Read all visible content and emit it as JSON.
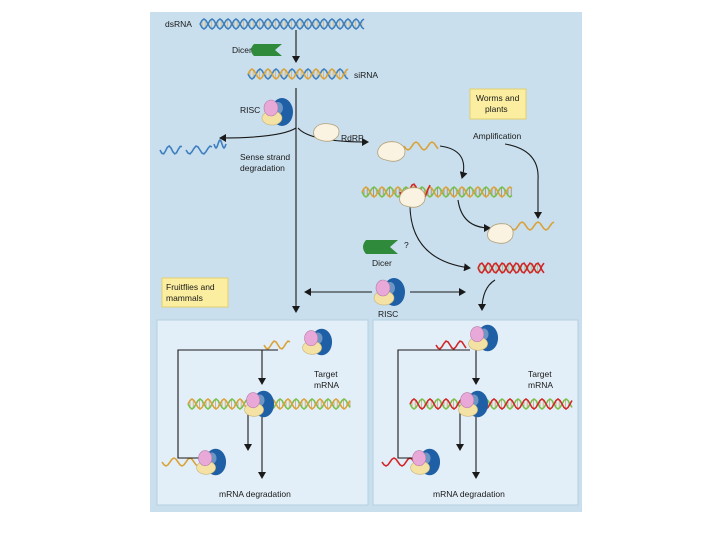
{
  "labels": {
    "dsrna": "dsRNA",
    "dicer_top": "Dicer",
    "sirna": "siRNA",
    "risc_top": "RISC",
    "rdrp": "RdRP",
    "sense_1": "Sense strand",
    "sense_2": "degradation",
    "amplification": "Amplification",
    "worms_1": "Worms and",
    "worms_2": "plants",
    "question": "?",
    "dicer_mid": "Dicer",
    "risc_mid": "RISC",
    "fruit_1": "Fruitflies and",
    "fruit_2": "mammals",
    "target_l1": "Target",
    "target_l2": "mRNA",
    "target_r1": "Target",
    "target_r2": "mRNA",
    "degr_left": "mRNA degradation",
    "degr_right": "mRNA degradation"
  },
  "colors": {
    "background": "#c9dfee",
    "panel": "#e3eff8",
    "label_box": "#fbeea0",
    "dsrna_strand": "#3e7fc0",
    "sirna_strand": "#d9a23a",
    "mrna_strand": "#7bbf4a",
    "red_strand": "#d02828",
    "dicer": "#2f8a3c",
    "risc_blue": "#1f5fa6",
    "risc_pink": "#e8a9d8",
    "risc_yellow": "#f3e2a3"
  }
}
